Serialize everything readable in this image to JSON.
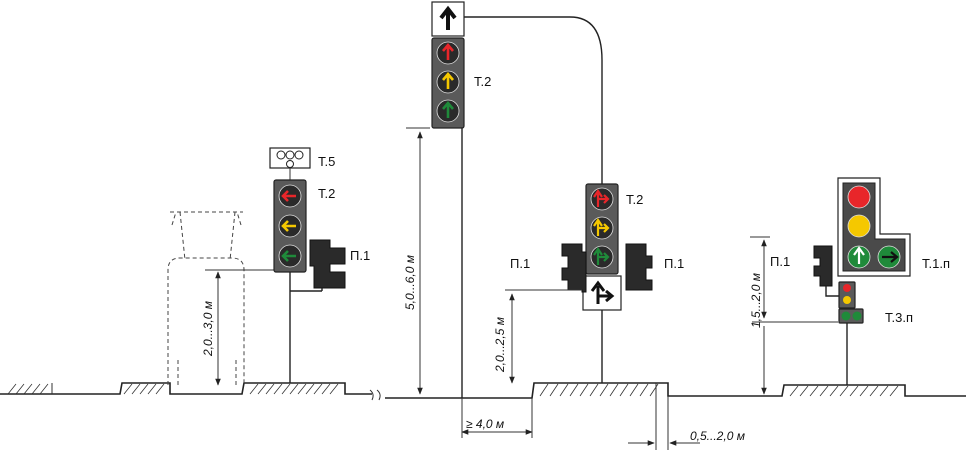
{
  "labels": {
    "t5": "Т.5",
    "t2_left": "Т.2",
    "p1_left": "П.1",
    "t2_top": "Т.2",
    "t2_mid": "Т.2",
    "p1_mid_left": "П.1",
    "p1_mid_right": "П.1",
    "p1_right": "П.1",
    "t1p": "Т.1.п",
    "t3p": "Т.3.п"
  },
  "dimensions": {
    "vehicle_height": "2,0...3,0 м",
    "overhead_height": "5,0...6,0 м",
    "side_height": "2,0...2,5 м",
    "right_height": "1,5...2,0 м",
    "min_distance": "≥ 4,0 м",
    "edge_offset": "0,5...2,0 м"
  },
  "colors": {
    "red": "#e8262a",
    "yellow": "#f5c800",
    "green": "#1f8a3a"
  }
}
